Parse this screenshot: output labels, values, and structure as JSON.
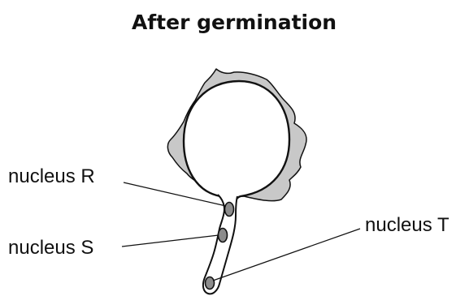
{
  "title": "After germination",
  "labels": {
    "nucleus_r": "nucleus R",
    "nucleus_s": "nucleus S",
    "nucleus_t": "nucleus T"
  },
  "colors": {
    "exine": "#c8c8c8",
    "nucleus_fill": "#8c8c8c",
    "outline": "#111111",
    "background": "#ffffff"
  }
}
